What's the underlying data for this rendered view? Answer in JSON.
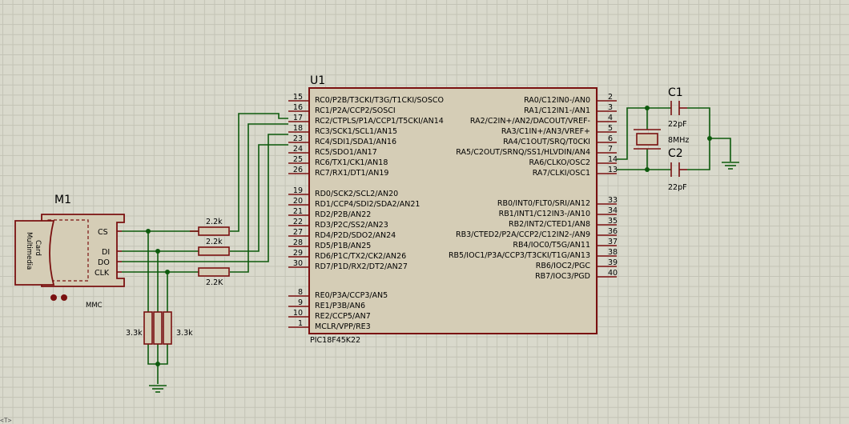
{
  "status_text": "<T>",
  "colors": {
    "wire": "#0d5a0d",
    "component": "#7a1010",
    "body_fill": "#d5cdb6",
    "grid": "#c3c3b5",
    "background": "#d9d9cc"
  },
  "u1": {
    "ref": "U1",
    "part": "PIC18F45K22",
    "left_pins": [
      {
        "num": "15",
        "name": "RC0/P2B/T3CKI/T3G/T1CKI/SOSCO"
      },
      {
        "num": "16",
        "name": "RC1/P2A/CCP2/SOSCI"
      },
      {
        "num": "17",
        "name": "RC2/CTPLS/P1A/CCP1/T5CKI/AN14"
      },
      {
        "num": "18",
        "name": "RC3/SCK1/SCL1/AN15"
      },
      {
        "num": "23",
        "name": "RC4/SDI1/SDA1/AN16"
      },
      {
        "num": "24",
        "name": "RC5/SDO1/AN17"
      },
      {
        "num": "25",
        "name": "RC6/TX1/CK1/AN18"
      },
      {
        "num": "26",
        "name": "RC7/RX1/DT1/AN19"
      },
      {
        "num": "19",
        "name": "RD0/SCK2/SCL2/AN20"
      },
      {
        "num": "20",
        "name": "RD1/CCP4/SDI2/SDA2/AN21"
      },
      {
        "num": "21",
        "name": "RD2/P2B/AN22"
      },
      {
        "num": "22",
        "name": "RD3/P2C/SS2/AN23"
      },
      {
        "num": "27",
        "name": "RD4/P2D/SDO2/AN24"
      },
      {
        "num": "28",
        "name": "RD5/P1B/AN25"
      },
      {
        "num": "29",
        "name": "RD6/P1C/TX2/CK2/AN26"
      },
      {
        "num": "30",
        "name": "RD7/P1D/RX2/DT2/AN27"
      },
      {
        "num": "8",
        "name": "RE0/P3A/CCP3/AN5"
      },
      {
        "num": "9",
        "name": "RE1/P3B/AN6"
      },
      {
        "num": "10",
        "name": "RE2/CCP5/AN7"
      },
      {
        "num": "1",
        "name": "MCLR/VPP/RE3"
      }
    ],
    "right_pins": [
      {
        "num": "2",
        "name": "RA0/C12IN0-/AN0"
      },
      {
        "num": "3",
        "name": "RA1/C12IN1-/AN1"
      },
      {
        "num": "4",
        "name": "RA2/C2IN+/AN2/DACOUT/VREF-"
      },
      {
        "num": "5",
        "name": "RA3/C1IN+/AN3/VREF+"
      },
      {
        "num": "6",
        "name": "RA4/C1OUT/SRQ/T0CKI"
      },
      {
        "num": "7",
        "name": "RA5/C2OUT/SRNQ/SS1/HLVDIN/AN4"
      },
      {
        "num": "14",
        "name": "RA6/CLKO/OSC2"
      },
      {
        "num": "13",
        "name": "RA7/CLKI/OSC1"
      },
      {
        "num": "33",
        "name": "RB0/INT0/FLT0/SRI/AN12"
      },
      {
        "num": "34",
        "name": "RB1/INT1/C12IN3-/AN10"
      },
      {
        "num": "35",
        "name": "RB2/INT2/CTED1/AN8"
      },
      {
        "num": "36",
        "name": "RB3/CTED2/P2A/CCP2/C12IN2-/AN9"
      },
      {
        "num": "37",
        "name": "RB4/IOC0/T5G/AN11"
      },
      {
        "num": "38",
        "name": "RB5/IOC1/P3A/CCP3/T3CKI/T1G/AN13"
      },
      {
        "num": "39",
        "name": "RB6/IOC2/PGC"
      },
      {
        "num": "40",
        "name": "RB7/IOC3/PGD"
      }
    ]
  },
  "m1": {
    "ref": "M1",
    "part": "MMC",
    "card_label_line1": "Multimedia",
    "card_label_line2": "Card",
    "pins": [
      "CS",
      "DI",
      "DO",
      "CLK"
    ]
  },
  "c1": {
    "ref": "C1",
    "value": "22pF"
  },
  "c2": {
    "ref": "C2",
    "value": "22pF"
  },
  "x1": {
    "value": "8MHz"
  },
  "r_series": [
    "2.2k",
    "2.2k",
    "2.2K"
  ],
  "r_pullup": [
    "3.3k",
    "3.3k"
  ]
}
